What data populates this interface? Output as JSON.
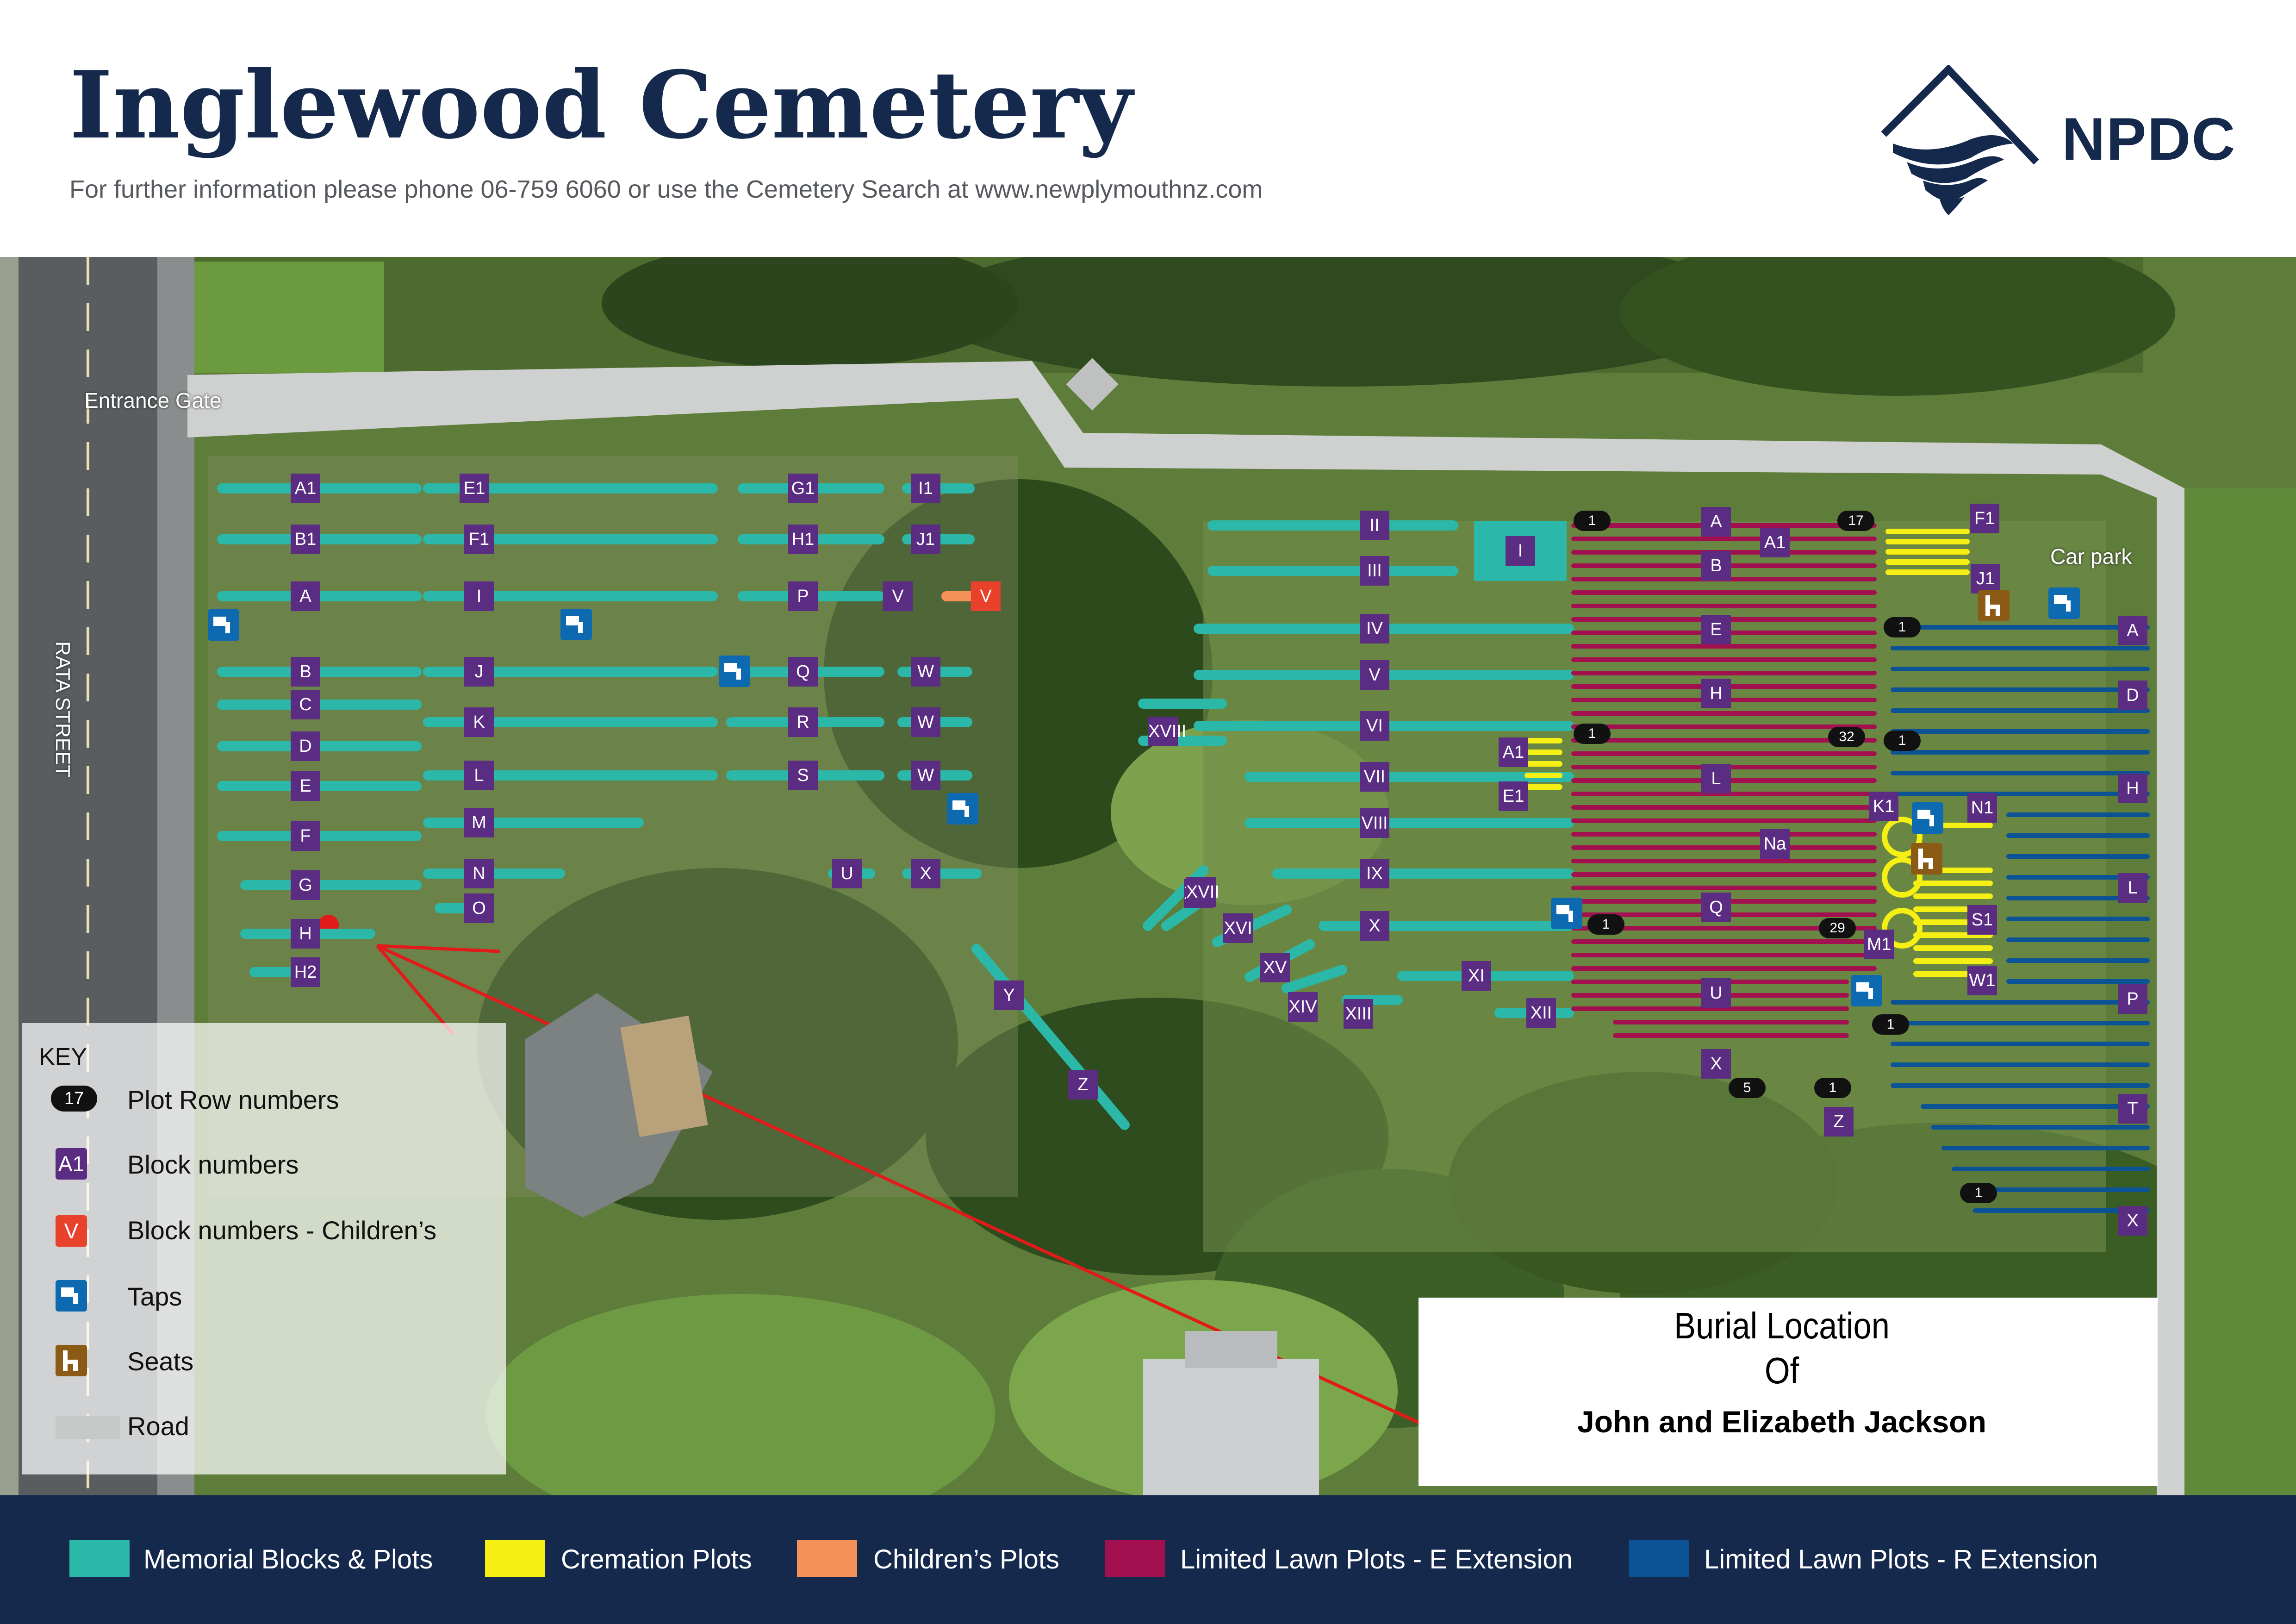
{
  "header": {
    "title": "Inglewood Cemetery",
    "subtitle": "For further information  please phone 06-759 6060 or use the Cemetery Search at www.newplymouthnz.com",
    "logo_text": "NPDC",
    "logo_icon": "npdc-mountain-waves-logo"
  },
  "map": {
    "street_label": "RATA STREET",
    "entrance_label": "Entrance Gate",
    "carpark_label": "Car park",
    "memorial_blocks": [
      "A1",
      "E1",
      "G1",
      "I1",
      "B1",
      "F1",
      "H1",
      "J1",
      "A",
      "I",
      "P",
      "V",
      "B",
      "J",
      "Q",
      "W",
      "C",
      "K",
      "R",
      "W",
      "D",
      "L",
      "S",
      "W",
      "E",
      "M",
      "F",
      "N",
      "U",
      "X",
      "G",
      "O",
      "H",
      "H2",
      "Y",
      "Z"
    ],
    "childrens_block": "V",
    "lawn_blocks": [
      "II",
      "III",
      "IV",
      "V",
      "VI",
      "VII",
      "VIII",
      "IX",
      "X",
      "XI",
      "XII",
      "XIII",
      "XIV",
      "XV",
      "XVI",
      "XVII",
      "XVIII",
      "I"
    ],
    "e_extension_blocks": [
      "A",
      "A1",
      "B",
      "E",
      "H",
      "L",
      "Na",
      "Q",
      "U",
      "X",
      "Z"
    ],
    "r_extension_blocks": [
      "A",
      "D",
      "H",
      "L",
      "P",
      "T",
      "X"
    ],
    "cremation_blocks": [
      "F1",
      "J1",
      "A1",
      "E1",
      "K1",
      "N1",
      "M1",
      "S1",
      "W1"
    ],
    "row_numbers": [
      "1",
      "17",
      "1",
      "32",
      "1",
      "1",
      "29",
      "1",
      "5",
      "1",
      "1",
      "1"
    ],
    "colors": {
      "memorial": "#2bb8a8",
      "cremation": "#f5ef14",
      "childrens": "#f4925a",
      "e_extension": "#a3104f",
      "r_extension": "#0b5394",
      "block_badge": "#5a2d82",
      "childrens_badge": "#e8412c",
      "tap": "#0d6ab0",
      "seat": "#8b5a14",
      "road": "#cfd0d0",
      "pointer": "#e21a1a"
    }
  },
  "key": {
    "title": "KEY",
    "items": [
      {
        "sample": "17",
        "label": "Plot Row numbers",
        "icon": "row-number-badge"
      },
      {
        "sample": "A1",
        "label": "Block numbers",
        "icon": "block-number-badge"
      },
      {
        "sample": "V",
        "label": "Block numbers - Children’s",
        "icon": "childrens-block-badge"
      },
      {
        "sample": "",
        "label": "Taps",
        "icon": "tap-icon"
      },
      {
        "sample": "",
        "label": "Seats",
        "icon": "seat-icon"
      },
      {
        "sample": "",
        "label": "Road",
        "icon": "road-swatch"
      }
    ]
  },
  "burial_box": {
    "line1": "Burial Location",
    "line2": "Of",
    "line3": "John and Elizabeth Jackson"
  },
  "legend": [
    {
      "label": "Memorial Blocks & Plots",
      "color": "#2bb8a8"
    },
    {
      "label": "Cremation Plots",
      "color": "#f5ef14"
    },
    {
      "label": "Children’s Plots",
      "color": "#f4925a"
    },
    {
      "label": "Limited Lawn Plots - E Extension",
      "color": "#a3104f"
    },
    {
      "label": "Limited Lawn Plots - R Extension",
      "color": "#0b5394"
    }
  ]
}
